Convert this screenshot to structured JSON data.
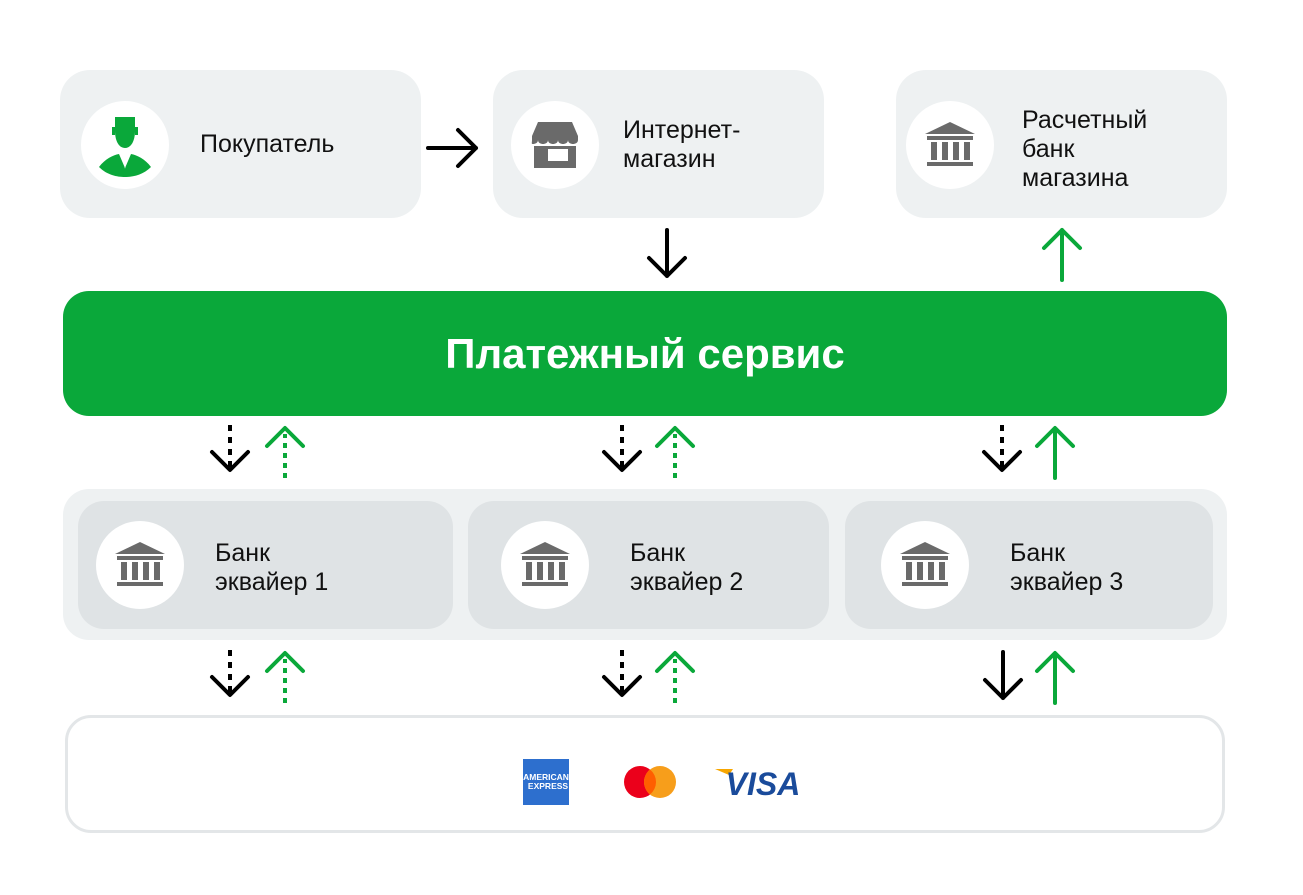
{
  "top": {
    "buyer": {
      "label": "Покупатель",
      "icon": "user-icon"
    },
    "shop": {
      "lines": [
        "Интернет-",
        "магазин"
      ],
      "icon": "store-icon"
    },
    "settlement_bank": {
      "lines": [
        "Расчетный",
        "банк",
        "магазина"
      ],
      "icon": "bank-icon"
    }
  },
  "payment_service": {
    "label": "Платежный сервис"
  },
  "acquirers": [
    {
      "lines": [
        "Банк",
        "эквайер 1"
      ]
    },
    {
      "lines": [
        "Банк",
        "эквайер 2"
      ]
    },
    {
      "lines": [
        "Банк",
        "эквайер 3"
      ]
    }
  ],
  "card_networks": {
    "amex": {
      "lines": [
        "AMERICAN",
        "EXPRESS"
      ]
    },
    "mastercard": {
      "name": "mastercard-logo"
    },
    "visa": {
      "label": "VISA"
    }
  },
  "colors": {
    "green": "#0aa83a",
    "box": "#eef1f2",
    "inner_box": "#dfe3e5",
    "icon_gray": "#6a6a6a",
    "amex_blue": "#2d6fce",
    "visa_blue": "#1a4b9b",
    "mc_red": "#eb001b",
    "mc_orange": "#f79e1b"
  }
}
